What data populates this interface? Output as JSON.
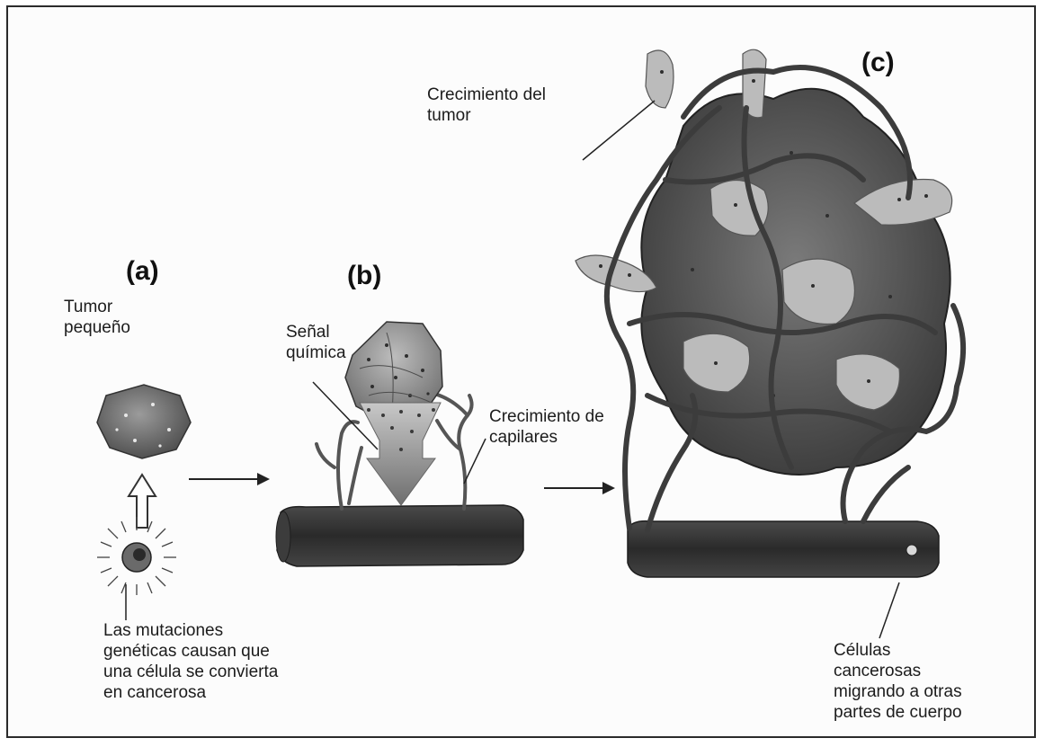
{
  "panels": {
    "a": "(a)",
    "b": "(b)",
    "c": "(c)"
  },
  "labels": {
    "small_tumor": [
      "Tumor",
      "pequeño"
    ],
    "chemical_signal": [
      "Señal",
      "química"
    ],
    "capillary_growth": [
      "Crecimiento de",
      "capilares"
    ],
    "tumor_growth": [
      "Crecimiento del",
      "tumor"
    ],
    "mutations": [
      "Las mutaciones",
      "genéticas causan que",
      "una célula se convierta",
      "en cancerosa"
    ],
    "migrating_cells": [
      "Células",
      "cancerosas",
      "migrando a otras",
      "partes de cuerpo"
    ]
  },
  "colors": {
    "tumor_dark": "#5e5e5e",
    "tumor_light": "#a9a9a9",
    "vessel": "#2e2e2e",
    "capillary": "#6a6a6a",
    "signal": "#8a8a8a"
  }
}
